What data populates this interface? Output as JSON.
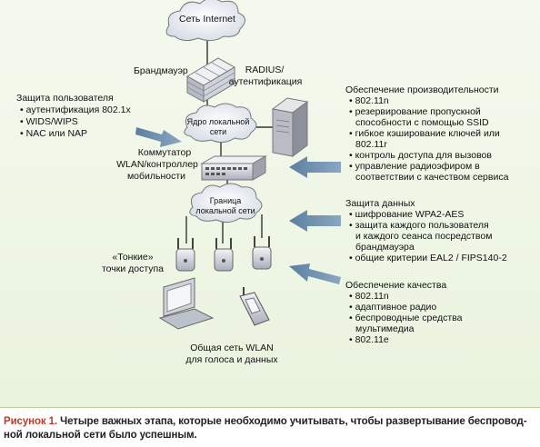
{
  "nodes": {
    "internet": "Сеть Internet",
    "firewall": "Брандмауэр",
    "radius": [
      "RADIUS/",
      "аутентификация"
    ],
    "core": [
      "Ядро локальной",
      "сети"
    ],
    "switch": [
      "Коммутатор",
      "WLAN/контроллер",
      "мобильности"
    ],
    "edge": [
      "Граница",
      "локальной сети"
    ],
    "ap": [
      "«Тонкие»",
      "точки доступа"
    ],
    "shared": [
      "Общая сеть WLAN",
      "для голоса и данных"
    ]
  },
  "user_protection": {
    "title": "Защита пользователя",
    "items": [
      "аутентификация 802.1x",
      "WIDS/WIPS",
      "NAC или NAP"
    ]
  },
  "performance": {
    "title": "Обеспечение производительности",
    "items": [
      [
        "802.11n"
      ],
      [
        "резервирование пропускной",
        "способности с помощью SSID"
      ],
      [
        "гибкое кэширование ключей или",
        "802.11r"
      ],
      [
        "контроль доступа для вызовов"
      ],
      [
        "управление радиоэфиром в",
        "соответствии с качеством сервиса"
      ]
    ]
  },
  "data_protection": {
    "title": "Защита данных",
    "items": [
      [
        "шифрование WPA2-AES"
      ],
      [
        "защита каждого пользователя",
        "и каждого сеанса посредством",
        "брандмауэра"
      ],
      [
        "общие критерии EAL2 / FIPS140-2"
      ]
    ]
  },
  "quality": {
    "title": "Обеспечение качества",
    "items": [
      [
        "802.11n"
      ],
      [
        "адаптивное радио"
      ],
      [
        "беспроводные средства",
        "мультимедиа"
      ],
      [
        "802.11e"
      ]
    ]
  },
  "caption": {
    "figure": "Рисунок 1.",
    "line1": "Четыре важных этапа, которые необходимо учитывать, чтобы развертывание беспровод-",
    "line2": "ной локальной сети было успешным."
  }
}
